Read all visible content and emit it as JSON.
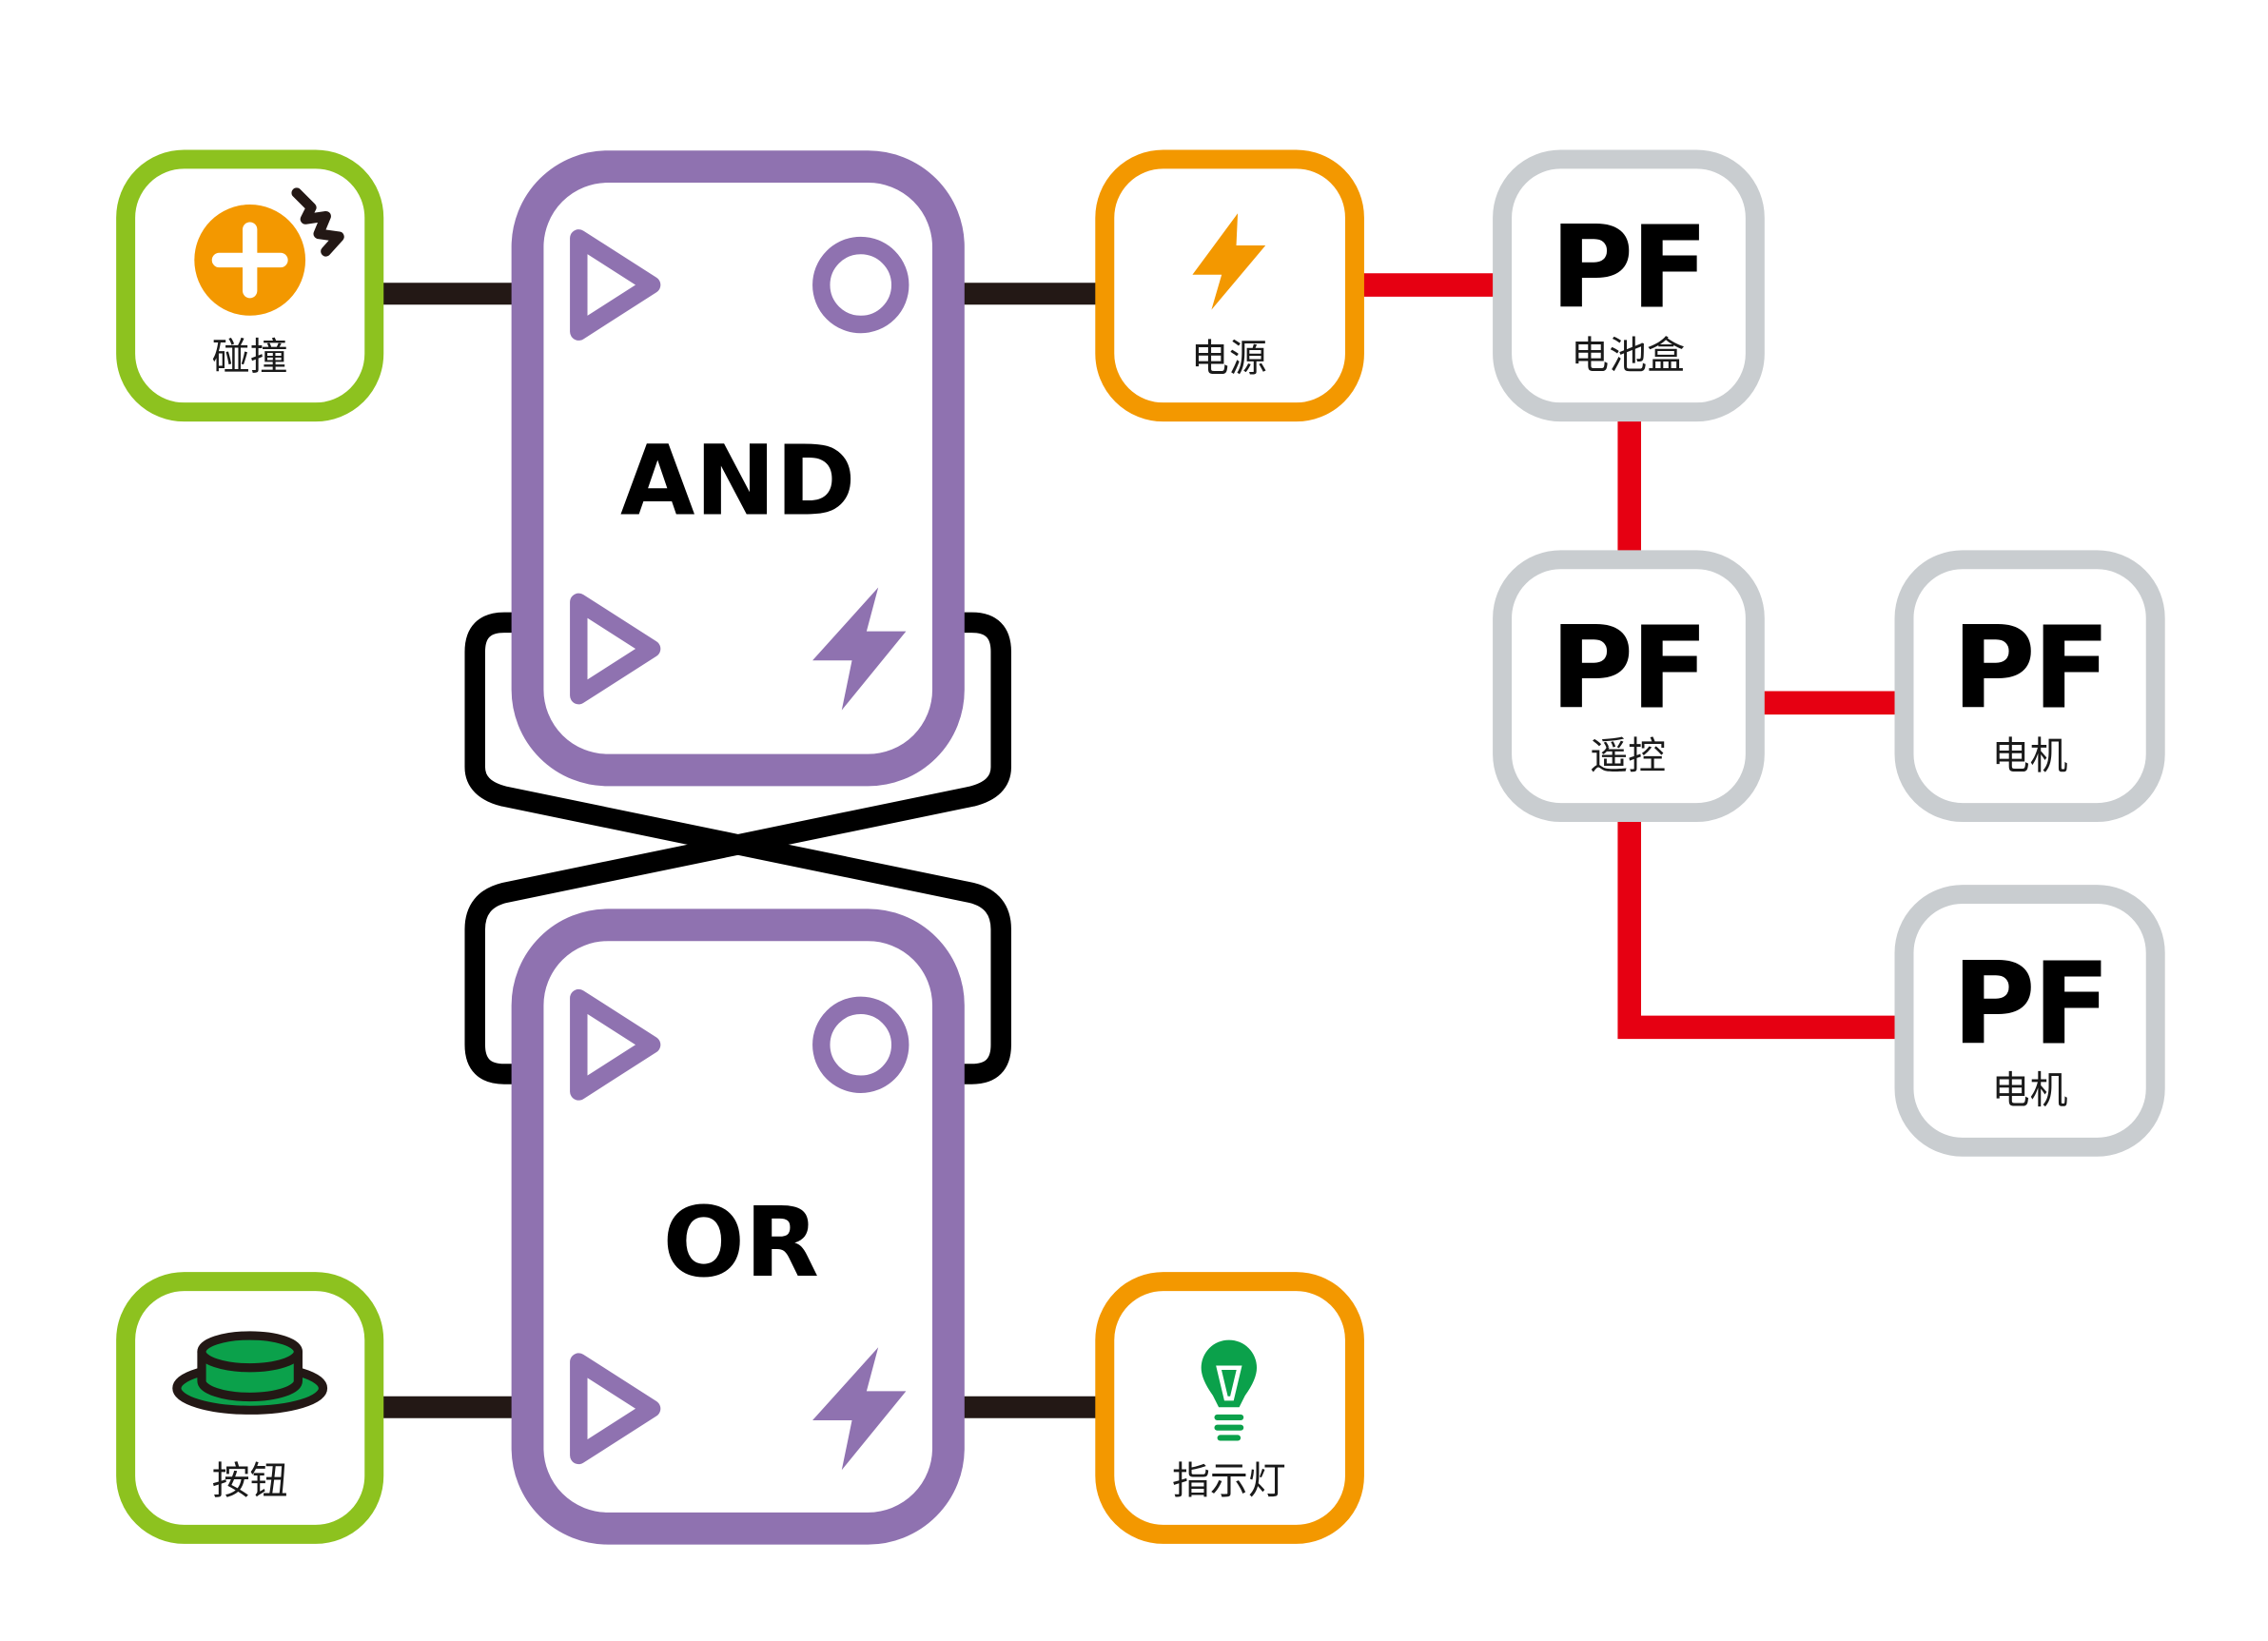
{
  "diagram": {
    "colors": {
      "sensor_border": "#8DC21F",
      "gate_border": "#8F72B0",
      "output_border": "#F39800",
      "pf_border": "#C9CDD0",
      "data_wire": "#231815",
      "power_wire": "#E60012",
      "feedback_wire": "#000000",
      "collision_icon": "#F39800",
      "button_icon": "#0BA14B",
      "bulb_icon": "#0BA14B"
    },
    "nodes": {
      "collision": {
        "label": "碰撞",
        "icon": "collision-sensor-icon"
      },
      "and_gate": {
        "label": "AND",
        "ports": [
          "input-triangle-icon",
          "output-circle-icon",
          "input-triangle-icon",
          "power-bolt-icon"
        ]
      },
      "or_gate": {
        "label": "OR",
        "ports": [
          "input-triangle-icon",
          "output-circle-icon",
          "input-triangle-icon",
          "power-bolt-icon"
        ]
      },
      "power": {
        "label": "电源",
        "icon": "lightning-bolt-icon"
      },
      "battery_box": {
        "title": "PF",
        "label": "电池盒"
      },
      "remote": {
        "title": "PF",
        "label": "遥控"
      },
      "motor_1": {
        "title": "PF",
        "label": "电机"
      },
      "motor_2": {
        "title": "PF",
        "label": "电机"
      },
      "button": {
        "label": "按钮",
        "icon": "push-button-icon"
      },
      "indicator_light": {
        "label": "指示灯",
        "icon": "light-bulb-icon"
      }
    },
    "edges": [
      {
        "from": "collision",
        "to": "and_gate",
        "type": "data"
      },
      {
        "from": "and_gate",
        "to": "power",
        "type": "data"
      },
      {
        "from": "power",
        "to": "battery_box",
        "type": "power"
      },
      {
        "from": "battery_box",
        "to": "remote",
        "type": "power"
      },
      {
        "from": "remote",
        "to": "motor_1",
        "type": "power"
      },
      {
        "from": "remote",
        "to": "motor_2",
        "type": "power"
      },
      {
        "from": "button",
        "to": "or_gate",
        "type": "data"
      },
      {
        "from": "or_gate",
        "to": "indicator_light",
        "type": "data"
      },
      {
        "from": "and_gate",
        "to": "or_gate",
        "type": "feedback-cross"
      },
      {
        "from": "or_gate",
        "to": "and_gate",
        "type": "feedback-cross"
      }
    ]
  }
}
